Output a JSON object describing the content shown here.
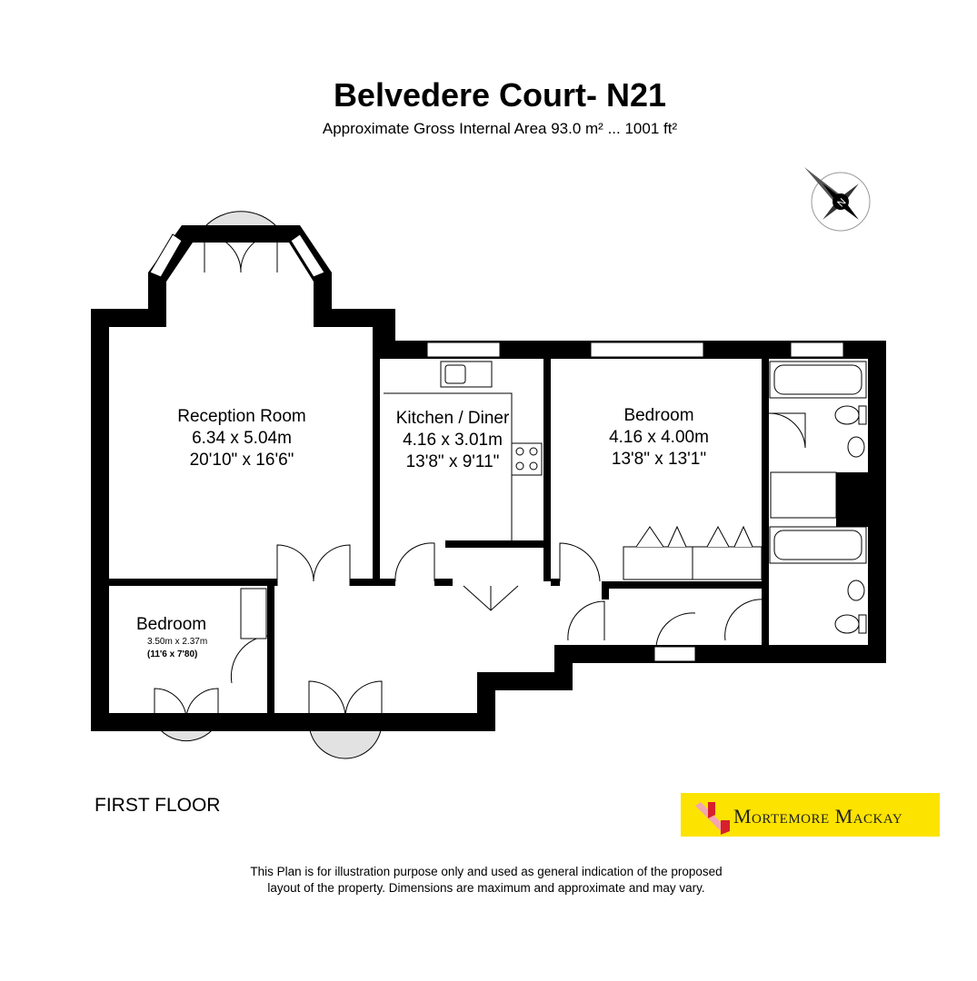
{
  "header": {
    "title": "Belvedere Court- N21",
    "subtitle": "Approximate Gross Internal Area 93.0 m² ... 1001 ft²"
  },
  "rooms": [
    {
      "name": "Reception Room",
      "metric": "6.34 x 5.04m",
      "imperial": "20'10\" x 16'6\""
    },
    {
      "name": "Kitchen / Diner",
      "metric": "4.16 x 3.01m",
      "imperial": "13'8\" x 9'11\""
    },
    {
      "name": "Bedroom",
      "metric": "4.16 x 4.00m",
      "imperial": "13'8\" x 13'1\""
    },
    {
      "name": "Bedroom",
      "metric": "3.50m x 2.37m",
      "imperial": "(11'6 x 7'80)"
    }
  ],
  "floor_label": "FIRST FLOOR",
  "logo": {
    "text": "Mortemore Mackay",
    "color": "#fde300"
  },
  "compass": {
    "icon": "compass-north-icon"
  },
  "disclaimer": [
    "This Plan is for illustration purpose only and used as general indication of the proposed",
    "layout of the property. Dimensions are maximum and approximate and may vary."
  ],
  "colors": {
    "wall": "#000000",
    "bay_fill": "#e2e2e2",
    "accent": "#d8202a"
  }
}
